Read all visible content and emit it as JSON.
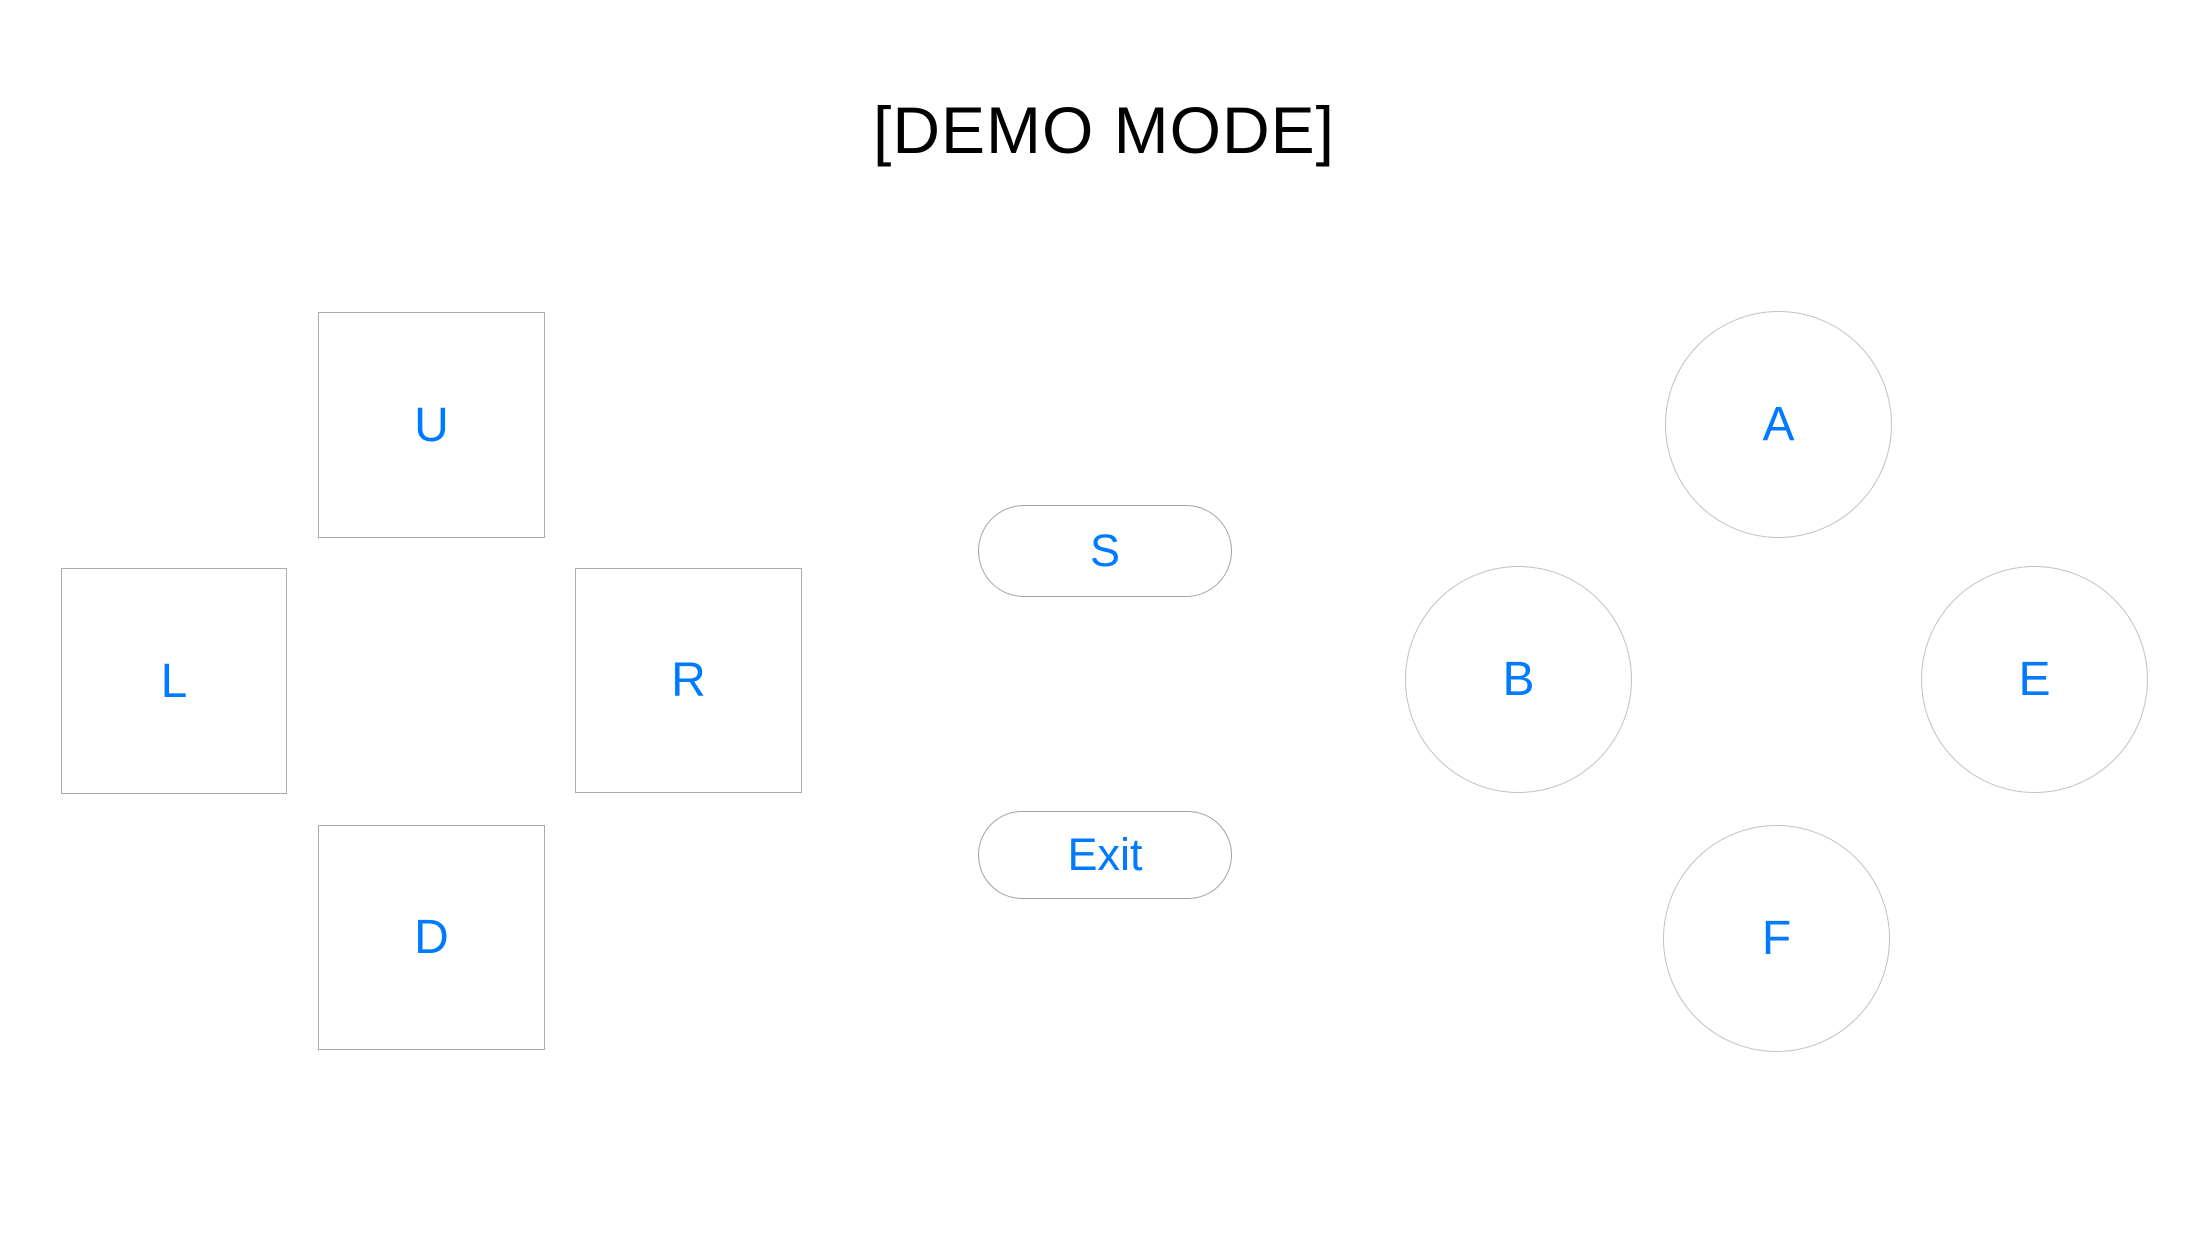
{
  "title": "[DEMO MODE]",
  "colors": {
    "background": "#FFFFFF",
    "title_text": "#000000",
    "accent_blue": "#007AFF",
    "square_border": "#A9A9A9",
    "pill_border": "#A3A3A3",
    "circle_border": "#C2C2C2"
  },
  "dpad": {
    "up_label": "U",
    "left_label": "L",
    "right_label": "R",
    "down_label": "D"
  },
  "center_buttons": {
    "start_label": "S",
    "exit_label": "Exit"
  },
  "action_buttons": {
    "top_label": "A",
    "left_label": "B",
    "right_label": "E",
    "bottom_label": "F"
  }
}
